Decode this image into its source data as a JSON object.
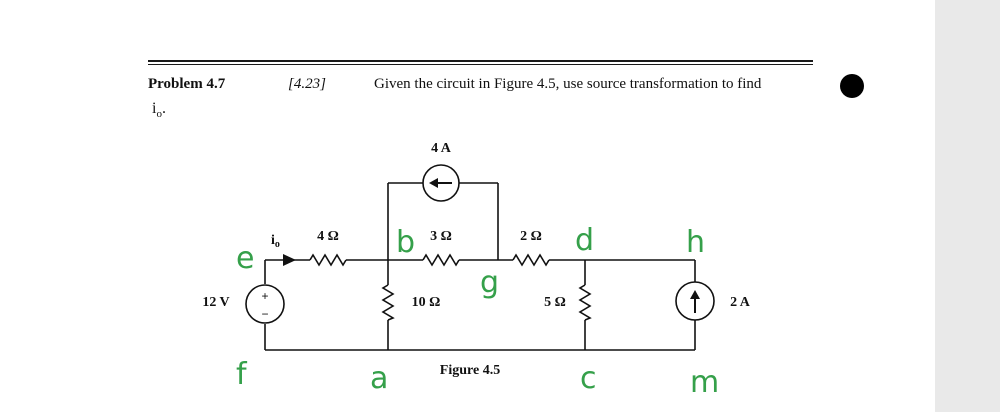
{
  "header": {
    "problem_label": "Problem 4.7",
    "reference": "[4.23]",
    "prompt": "Given the circuit in Figure 4.5, use source transformation to find",
    "unknown_var": "i",
    "unknown_sub": "o",
    "unknown_dot": "."
  },
  "circuit": {
    "current_source_top": "4 A",
    "r_4": "4 Ω",
    "r_3": "3 Ω",
    "r_2": "2 Ω",
    "r_10": "10 Ω",
    "r_5": "5 Ω",
    "v_source": "12 V",
    "v_plus": "+",
    "v_minus": "−",
    "current_source_right": "2 A",
    "io_var": "i",
    "io_sub": "o"
  },
  "figure_caption": "Figure 4.5",
  "handwritten_nodes": {
    "e": "e",
    "f": "f",
    "b": "b",
    "a": "a",
    "g": "g",
    "d": "d",
    "c": "c",
    "h": "h",
    "m": "m"
  },
  "colors": {
    "ink": "#111111",
    "handwriting": "#35a04a",
    "page_background": "#ececec",
    "paper": "#ffffff"
  }
}
